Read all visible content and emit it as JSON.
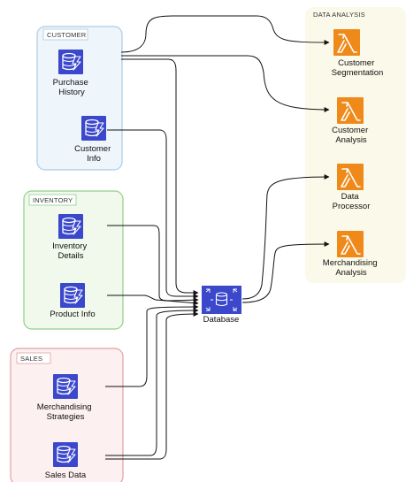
{
  "groups": {
    "customer": {
      "label": "CUSTOMER"
    },
    "inventory": {
      "label": "INVENTORY"
    },
    "sales": {
      "label": "SALES"
    },
    "data_analysis": {
      "label": "DATA ANALYSIS"
    }
  },
  "nodes": {
    "purchase_history": {
      "lines": [
        "Purchase",
        "History"
      ],
      "icon": "dynamodb-icon"
    },
    "customer_info": {
      "lines": [
        "Customer",
        "Info"
      ],
      "icon": "dynamodb-icon"
    },
    "inventory_details": {
      "lines": [
        "Inventory",
        "Details"
      ],
      "icon": "dynamodb-icon"
    },
    "product_info": {
      "lines": [
        "Product Info"
      ],
      "icon": "dynamodb-icon"
    },
    "merchandising_strategies": {
      "lines": [
        "Merchandising",
        "Strategies"
      ],
      "icon": "dynamodb-icon"
    },
    "sales_data": {
      "lines": [
        "Sales Data"
      ],
      "icon": "dynamodb-icon"
    },
    "database": {
      "lines": [
        "Database"
      ],
      "icon": "database-icon"
    },
    "customer_segmentation": {
      "lines": [
        "Customer",
        "Segmentation"
      ],
      "icon": "lambda-icon"
    },
    "customer_analysis": {
      "lines": [
        "Customer",
        "Analysis"
      ],
      "icon": "lambda-icon"
    },
    "data_processor": {
      "lines": [
        "Data",
        "Processor"
      ],
      "icon": "lambda-icon"
    },
    "merchandising_analysis": {
      "lines": [
        "Merchandising",
        "Analysis"
      ],
      "icon": "lambda-icon"
    }
  },
  "colors": {
    "customer_bg": "#eef5fb",
    "customer_border": "#a9cde6",
    "inventory_bg": "#f0f9ec",
    "inventory_border": "#8fd08a",
    "sales_bg": "#fdf0f0",
    "sales_border": "#e3a0a0",
    "analysis_bg": "#fbfaea",
    "dynamo": "#3b48cc",
    "lambda": "#ef8a1a"
  }
}
